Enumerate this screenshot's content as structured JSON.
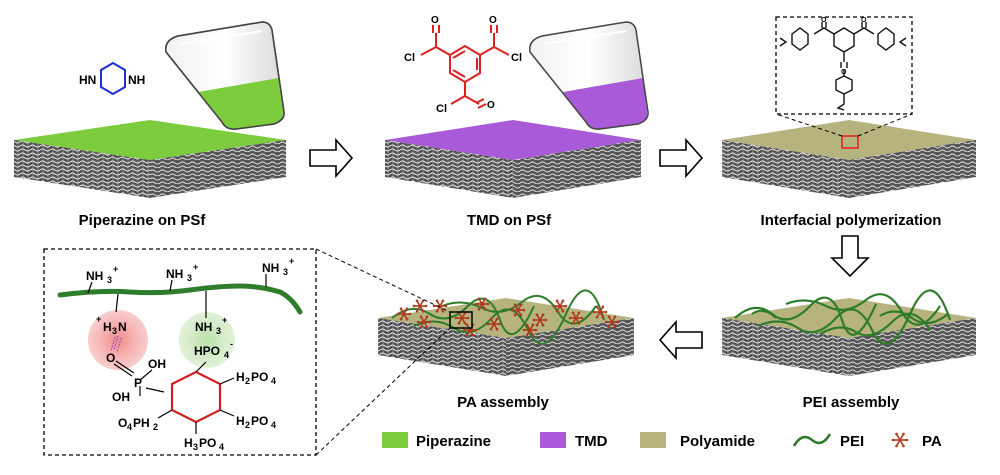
{
  "steps": {
    "step1": "Piperazine on PSf",
    "step2": "TMD on PSf",
    "step3": "Interfacial polymerization",
    "step4": "PEI assembly",
    "step5": "PA assembly"
  },
  "chem": {
    "pip_nh1": "HN",
    "pip_nh2": "NH",
    "cl1": "Cl",
    "cl2": "Cl",
    "cl3": "Cl",
    "amine1": "NH",
    "amine2": "NH",
    "amine3": "NH",
    "amine4": "H",
    "amine4b": "N",
    "amine5": "NH",
    "hpo4": "HPO",
    "oh1": "OH",
    "oh2": "OH",
    "p": "P",
    "o": "O",
    "o2": "O",
    "sub_h2po4": "H",
    "sub_po4": "PO",
    "sub_o4ph2": "O",
    "sub_o4ph2b": "PH",
    "sub_h3po4": "H",
    "sub_h3po4b": "PO"
  },
  "legend": {
    "piperazine": "Piperazine",
    "tmd": "TMD",
    "polyamide": "Polyamide",
    "pei": "PEI",
    "pa": "PA"
  },
  "colors": {
    "piperazine": "#7ccc3e",
    "tmd": "#a85ad8",
    "polyamide": "#b6b37e",
    "pei": "#2f7d2a",
    "pa": "#b03a1e",
    "tmd_structure": "#e02020",
    "pip_structure": "#1a2fd0"
  }
}
